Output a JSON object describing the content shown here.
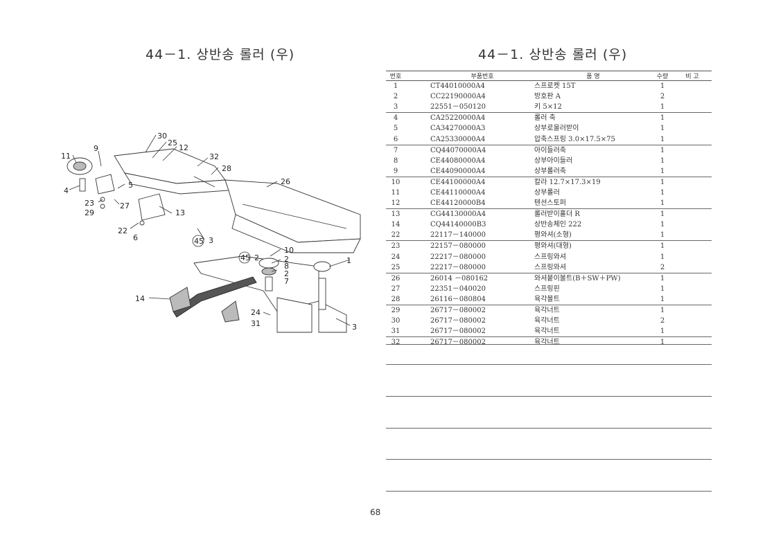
{
  "left_title": "44－1. 상반송 롤러 (우)",
  "right_title": "44－1. 상반송 롤러 (우)",
  "page_number": "68",
  "diagram": {
    "callouts": [
      "30",
      "25",
      "12",
      "9",
      "11",
      "32",
      "28",
      "26",
      "4",
      "5",
      "23",
      "27",
      "29",
      "13",
      "22",
      "6",
      "45",
      "3",
      "10",
      "2",
      "8",
      "2",
      "7",
      "1",
      "14",
      "24",
      "31",
      "3",
      "45",
      "2"
    ]
  },
  "table": {
    "headers": [
      "번호",
      "부품번호",
      "품    명",
      "수량",
      "비  고"
    ],
    "rows": [
      {
        "no": "1",
        "part": "CT44010000A4",
        "name": "스프로켓 15T",
        "qty": "1"
      },
      {
        "no": "2",
        "part": "CC22190000A4",
        "name": "방호판 A",
        "qty": "2"
      },
      {
        "no": "3",
        "part": "22551－050120",
        "name": "키 5×12",
        "qty": "1"
      },
      {
        "no": "4",
        "part": "CA25220000A4",
        "name": "롤러 축",
        "qty": "1"
      },
      {
        "no": "5",
        "part": "CA34270000A3",
        "name": "상부로울러받이",
        "qty": "1"
      },
      {
        "no": "6",
        "part": "CA25330000A4",
        "name": "압축스프링 3.0×17.5×75",
        "qty": "1"
      },
      {
        "no": "7",
        "part": "CQ44070000A4",
        "name": "아이들러축",
        "qty": "1"
      },
      {
        "no": "8",
        "part": "CE44080000A4",
        "name": "상부아이들러",
        "qty": "1"
      },
      {
        "no": "9",
        "part": "CE44090000A4",
        "name": "상부롤러축",
        "qty": "1"
      },
      {
        "no": "10",
        "part": "CE44100000A4",
        "name": "칼라 12.7×17.3×19",
        "qty": "1"
      },
      {
        "no": "11",
        "part": "CE44110000A4",
        "name": "상부롤러",
        "qty": "1"
      },
      {
        "no": "12",
        "part": "CE44120000B4",
        "name": "텐션스토퍼",
        "qty": "1"
      },
      {
        "no": "13",
        "part": "CG44130000A4",
        "name": "롤러받이홀더 R",
        "qty": "1"
      },
      {
        "no": "14",
        "part": "CQ44140000B3",
        "name": "상반송체인 222",
        "qty": "1"
      },
      {
        "no": "22",
        "part": "22117－140000",
        "name": "평와셔(소형)",
        "qty": "1"
      },
      {
        "no": "23",
        "part": "22157－080000",
        "name": "평와셔(대형)",
        "qty": "1"
      },
      {
        "no": "24",
        "part": "22217－080000",
        "name": "스프링와셔",
        "qty": "1"
      },
      {
        "no": "25",
        "part": "22217－080000",
        "name": "스프링와셔",
        "qty": "2"
      },
      {
        "no": "26",
        "part": "26014 －080162",
        "name": "와셔붙이볼트(B＋SW＋PW)",
        "qty": "1"
      },
      {
        "no": "27",
        "part": "22351－040020",
        "name": "스프링핀",
        "qty": "1"
      },
      {
        "no": "28",
        "part": "26116－080804",
        "name": "육각볼트",
        "qty": "1"
      },
      {
        "no": "29",
        "part": "26717－080002",
        "name": "육각너트",
        "qty": "1"
      },
      {
        "no": "30",
        "part": "26717－080002",
        "name": "육각너트",
        "qty": "2"
      },
      {
        "no": "31",
        "part": "26717－080002",
        "name": "육각너트",
        "qty": "1"
      },
      {
        "no": "32",
        "part": "26717－080002",
        "name": "육각너트",
        "qty": "1"
      }
    ]
  }
}
